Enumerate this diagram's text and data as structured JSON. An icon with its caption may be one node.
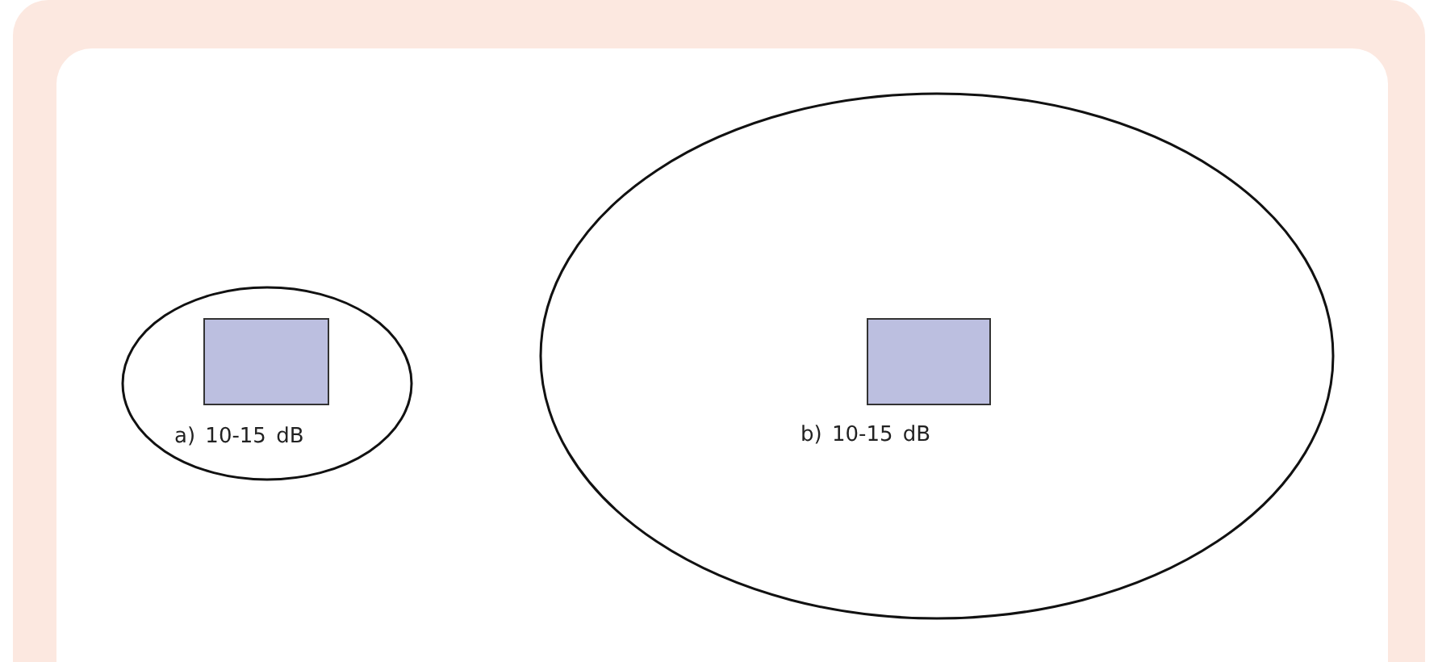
{
  "diagram": {
    "nodes": [
      {
        "text": [
          "a) 10-15 dB"
        ]
      },
      {
        "text": [],
        "shape": "box",
        "in": 0
      },
      {
        "text": [
          "b) 10-15 dB"
        ]
      },
      {
        "text": [],
        "shape": "box",
        "in": 2
      }
    ]
  }
}
